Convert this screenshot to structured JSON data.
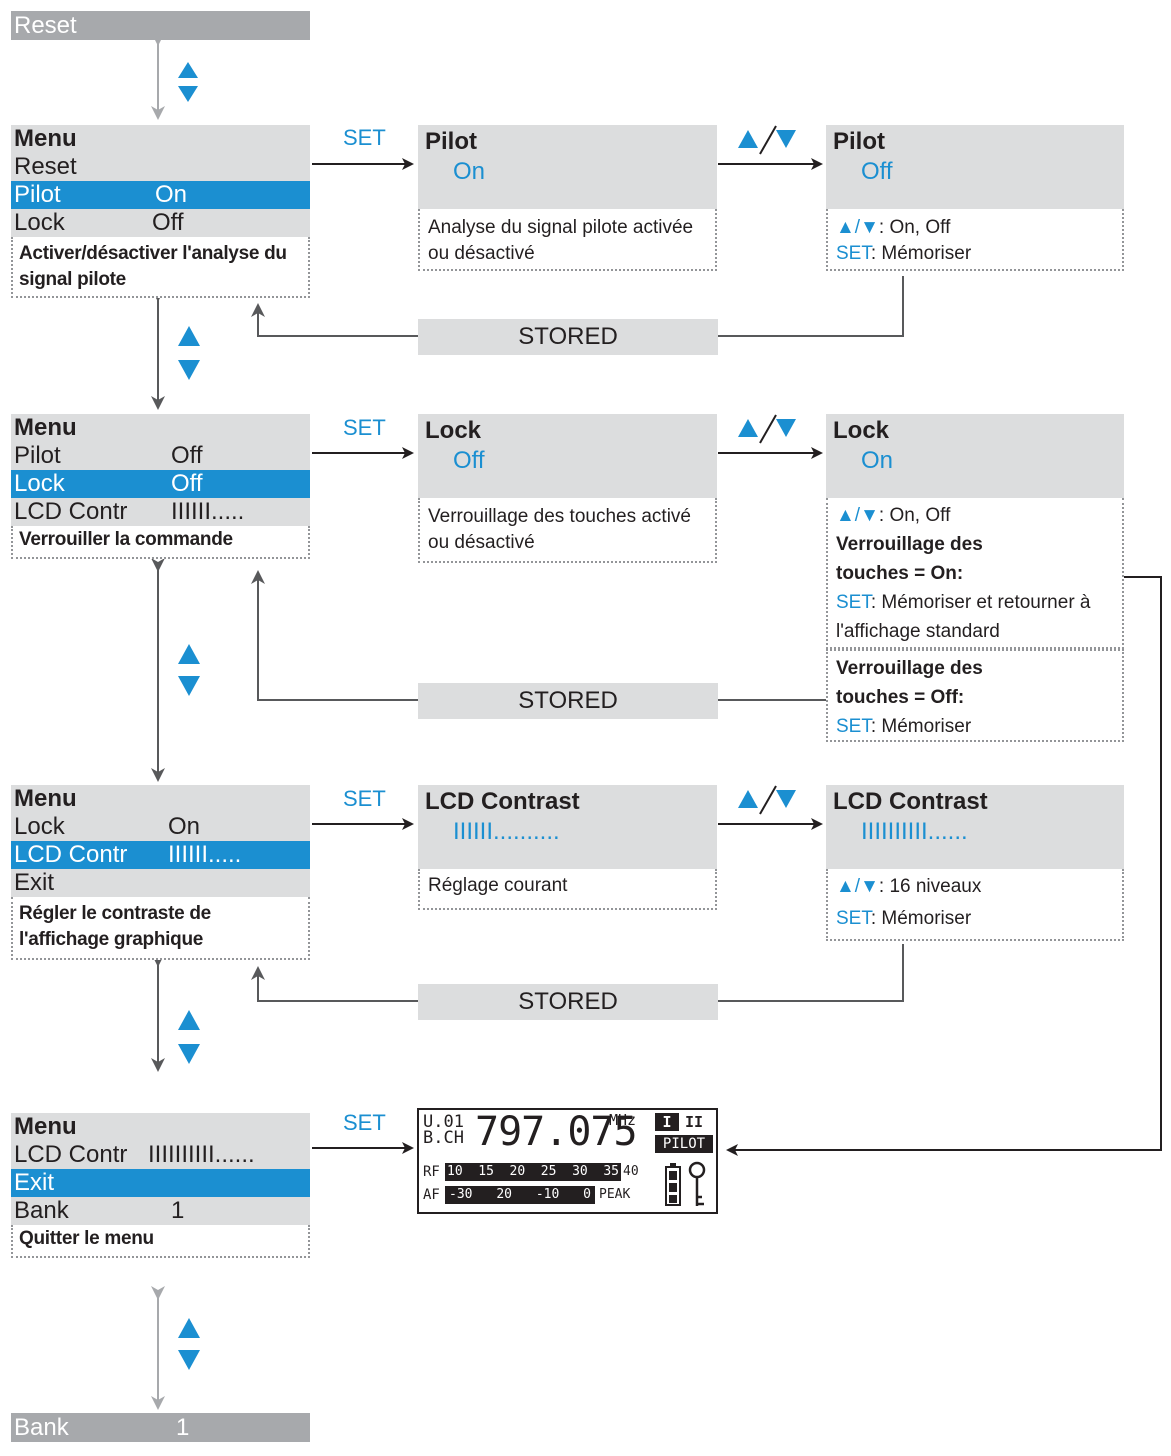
{
  "top_item": {
    "label": "Reset"
  },
  "bottom_item": {
    "label": "Bank",
    "value": "1"
  },
  "set_label": "SET",
  "stored_label": "STORED",
  "menus": [
    {
      "title": "Menu",
      "rows": [
        {
          "label": "Reset",
          "value": ""
        },
        {
          "label": "Pilot",
          "value": "On"
        },
        {
          "label": "Lock",
          "value": "Off"
        }
      ],
      "description": "Activer/désactiver l'analyse du signal pilote"
    },
    {
      "title": "Menu",
      "rows": [
        {
          "label": "Pilot",
          "value": "Off"
        },
        {
          "label": "Lock",
          "value": "Off"
        },
        {
          "label": "LCD Contr",
          "value": "IIIIII....."
        }
      ],
      "description": "Verrouiller la commande"
    },
    {
      "title": "Menu",
      "rows": [
        {
          "label": "Lock",
          "value": "On"
        },
        {
          "label": "LCD Contr",
          "value": "IIIIII....."
        },
        {
          "label": "Exit",
          "value": ""
        }
      ],
      "description": "Régler le contraste de l'affichage graphique"
    },
    {
      "title": "Menu",
      "rows": [
        {
          "label": "LCD Contr",
          "value": "IIIIIIIIII......"
        },
        {
          "label": "Exit",
          "value": ""
        },
        {
          "label": "Bank",
          "value": "1"
        }
      ],
      "description": "Quitter le menu"
    }
  ],
  "pilot": {
    "edit": {
      "title": "Pilot",
      "value": "On",
      "desc": "Analyse du signal pilote activée ou désactivé"
    },
    "result": {
      "title": "Pilot",
      "value": "Off",
      "line1": ": On, Off",
      "set_text": ": Mémoriser"
    }
  },
  "lock": {
    "edit": {
      "title": "Lock",
      "value": "Off",
      "desc": "Verrouillage des touches activé ou désactivé"
    },
    "result": {
      "title": "Lock",
      "value": "On",
      "line1": ": On, Off",
      "on_heading": "Verrouillage des touches = On:",
      "on_set_text": ": Mémoriser et retourner à l'affichage standard",
      "off_heading": "Verrouillage des touches = Off:",
      "off_set_text": ": Mémoriser"
    }
  },
  "lcd": {
    "edit": {
      "title": "LCD Contrast",
      "value": "IIIIII..........",
      "desc": "Réglage courant"
    },
    "result": {
      "title": "LCD Contrast",
      "value": "IIIIIIIIII......",
      "line1": ":  16 niveaux",
      "set_text": ": Mémoriser"
    }
  },
  "display": {
    "ch_top": "U.01",
    "ch_bottom": "B.CH",
    "frequency": "797.075",
    "unit": "MHz",
    "div1": "I",
    "div2": "II",
    "pilot": "PILOT",
    "rf_label": "RF",
    "rf_scale": [
      "10",
      "15",
      "20",
      "25",
      "30",
      "35"
    ],
    "rf_end": "40",
    "af_label": "AF",
    "af_scale": [
      "-30",
      "20",
      "-10",
      "0"
    ],
    "af_end": "PEAK"
  },
  "colors": {
    "accent": "#1b8fd1",
    "box_gray": "#dcddde",
    "head_gray": "#a7a9ac",
    "arrow": "#231f20",
    "nav_arrow": "#58595b"
  }
}
